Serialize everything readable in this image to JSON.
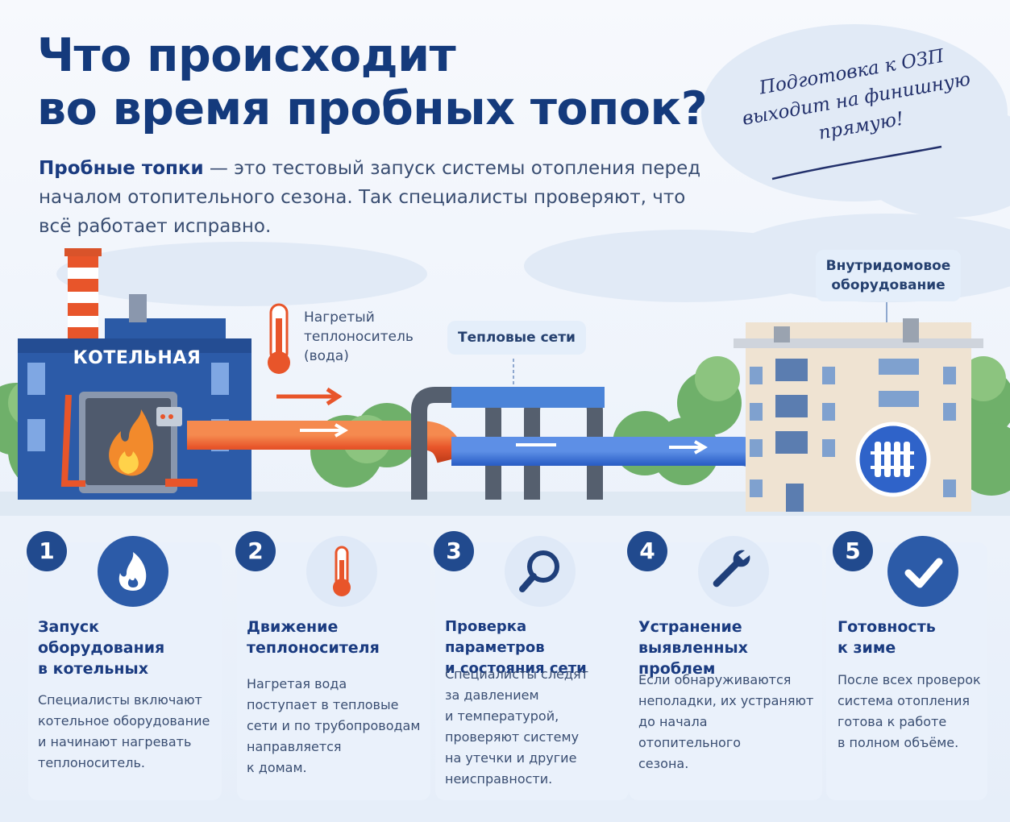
{
  "title": {
    "line1": "Что происходит",
    "line2": "во время пробных топок?"
  },
  "intro": {
    "bold": "Пробные топки",
    "rest": " — это тестовый запуск системы отопления перед началом отопительного сезона. Так специалисты проверяют, что всё работает исправно."
  },
  "note": {
    "line1": "Подготовка к ОЗП",
    "line2": "выходит на финишную",
    "line3": "прямую!"
  },
  "scene": {
    "boiler_label": "КОТЕЛЬНАЯ",
    "heat_label": [
      "Нагретый",
      "теплоноситель",
      "(вода)"
    ],
    "network_label": "Тепловые сети",
    "building_label": [
      "Внутридомовое",
      "оборудование"
    ]
  },
  "steps": [
    {
      "num": "1",
      "icon": "flame-icon",
      "title": [
        "Запуск",
        "оборудования",
        "в котельных"
      ],
      "text": [
        "Специалисты включают",
        "котельное оборудование",
        "и начинают нагревать",
        "теплоноситель."
      ]
    },
    {
      "num": "2",
      "icon": "thermometer-icon",
      "title": [
        "Движение",
        "теплоносителя"
      ],
      "text": [
        "Нагретая вода",
        "поступает в тепловые",
        "сети и по трубопроводам",
        "направляется",
        "к домам."
      ]
    },
    {
      "num": "3",
      "icon": "magnifier-icon",
      "title": [
        "Проверка параметров",
        "и состояния сети"
      ],
      "text": [
        "Специалисты следят",
        "за давлением",
        "и температурой,",
        "проверяют систему",
        "на утечки и другие",
        "неисправности."
      ]
    },
    {
      "num": "4",
      "icon": "wrench-icon",
      "title": [
        "Устранение",
        "выявленных проблем"
      ],
      "text": [
        "Если обнаруживаются",
        "неполадки, их устраняют",
        "до начала",
        "отопительного",
        "сезона."
      ]
    },
    {
      "num": "5",
      "icon": "checkmark-icon",
      "title": [
        "Готовность",
        "к зиме"
      ],
      "text": [
        "После всех проверок",
        "система отопления",
        "готова к работе",
        "в полном объёме."
      ]
    }
  ],
  "colors": {
    "accent": "#214a8e",
    "hot_pipe": "#e8552a",
    "cold_pipe": "#2f63c9"
  }
}
